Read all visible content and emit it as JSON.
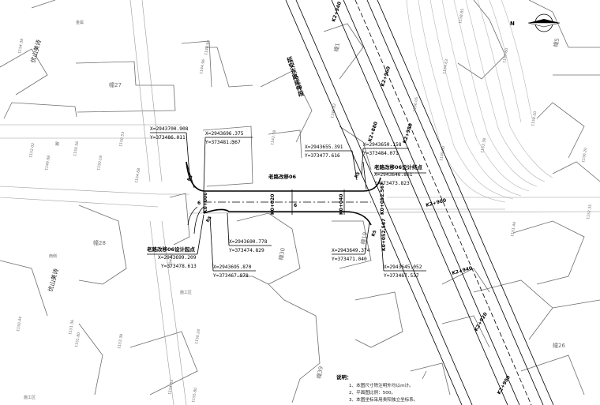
{
  "title": "延安东路延伸段",
  "north_symbol": "N",
  "areas": {
    "west_top": "优山美诗",
    "west_mid": "优山美诗"
  },
  "buildings": [
    "幢27",
    "幢28",
    "幢30",
    "幢39",
    "幢5",
    "幢1",
    "幢19",
    "幢26"
  ],
  "route_label": "老路改移06",
  "start_label": "老路改移06设计起点",
  "end_label": "老路改移06设计终点",
  "coords": {
    "c1x": "X=2943700.908",
    "c1y": "Y=373486.011",
    "c2x": "X=2943696.375",
    "c2y": "Y=373481.367",
    "c3x": "X=2943655.391",
    "c3y": "Y=373477.616",
    "c4x": "X=2943650.158",
    "c4y": "Y=373484.071",
    "c5x": "X=2943646.861",
    "c5y": "Y=373473.823",
    "c6x": "X=2943690.778",
    "c6y": "Y=373474.829",
    "c7x": "X=2943699.209",
    "c7y": "Y=373478.613",
    "c8x": "X=2943695.870",
    "c8y": "Y=373467.978",
    "c9x": "X=2943649.374",
    "c9y": "Y=373471.040",
    "c10x": "X=2943645.052",
    "c10y": "Y=373467.537"
  },
  "stations": {
    "s1": "K0+000",
    "s2": "K0+020",
    "s3": "K0+040",
    "s4": "K0+052.567",
    "s5": "K0+052.567",
    "k1": "K2+940",
    "k2": "K2+960",
    "k3": "K2+980",
    "k4": "K2+900",
    "k5": "K2+940",
    "k6": "K2+920",
    "k7": "K2+900",
    "k8": "K2+880"
  },
  "dims": {
    "w1": "6",
    "w2": "6"
  },
  "radii": {
    "r1": "R5",
    "r2": "R5",
    "r3": "R5",
    "r4": "R5"
  },
  "notes": {
    "heading": "说明：",
    "n1": "1、本图尺寸除注明外均以m计。",
    "n2": "2、平面图比例：500。",
    "n3": "3、本图坐标采用贵阳独立坐标系。"
  },
  "elevations": [
    "1154.38",
    "1150.56",
    "1150.18",
    "1152.02",
    "1149.98",
    "1150.53",
    "1144.96",
    "1154.68",
    "1148.94",
    "1142.78",
    "1146.82",
    "1156.05",
    "1154.63",
    "1158.85",
    "1157.60",
    "1158.20",
    "1156.20",
    "1153.38",
    "1149.80",
    "1152.35",
    "1151.44",
    "1150.44",
    "1151.80",
    "1154.40",
    "1150.24",
    "1151.36",
    "1153.38",
    "1154.53",
    "1155.80"
  ],
  "small_labels": {
    "g1": "金属",
    "g2": "南侧",
    "g3": "施工区",
    "g4": "施工区",
    "g5": "砼",
    "g6": "路"
  }
}
